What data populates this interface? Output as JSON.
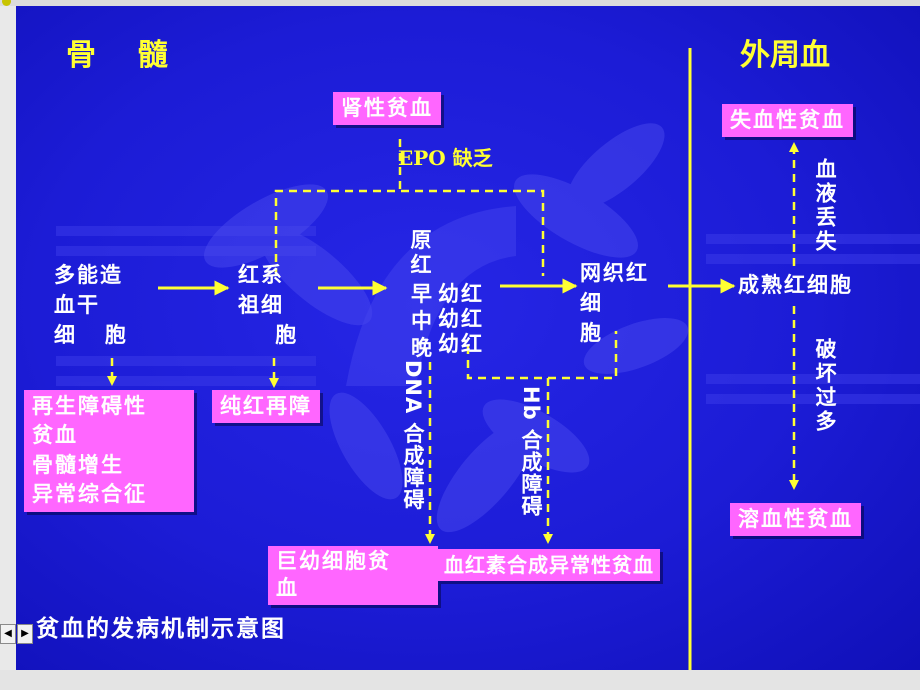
{
  "headers": {
    "bone_marrow": "骨    髓",
    "peripheral_blood": "外周血"
  },
  "epo_label": "EPO 缺乏",
  "cells": {
    "stem": "多能造\n血干\n细   胞",
    "progenitor": "红系\n祖细\n    胞",
    "proerythroblast": "原红",
    "early": "早",
    "middle": "中",
    "late": "晚",
    "normoblast": "幼红\n幼红\n幼红",
    "reticulocyte": "网织红\n细\n胞",
    "mature": "成熟红细胞"
  },
  "boxes": {
    "renal": "肾性贫血",
    "aplastic": "再生障碍性\n贫血\n骨髓增生\n异常综合征",
    "pure_red": "纯红再障",
    "megaloblastic": "巨幼细胞贫\n血",
    "hemoglobin": "血红素合成异常性贫血",
    "blood_loss": "失血性贫血",
    "hemolytic": "溶血性贫血"
  },
  "side_labels": {
    "dna": "DNA 合成障碍",
    "hb": "Hb 合成障碍",
    "blood_loss_vertical": "血液丢失",
    "destruction": "破坏过多"
  },
  "caption": "贫血的发病机制示意图",
  "colors": {
    "background": "#1c1cd6",
    "box": "#ff66ff",
    "arrow": "#ffff33",
    "text": "#ffffff"
  }
}
